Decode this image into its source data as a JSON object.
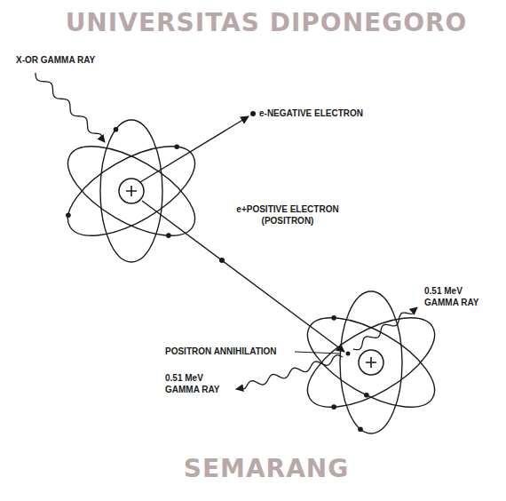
{
  "diagram": {
    "labels": [
      "X-OR GAMMA RAY",
      "e-NEGATIVE ELECTRON",
      "e+POSITIVE ELECTRON (POSITRON)",
      "0.51 MeV GAMMA RAY",
      "POSITRON ANNIHILATION",
      "0.51 MeV GAMMA RAY",
      "UNIVERSITAS DIPONEGORO",
      "SEMARANG"
    ]
  }
}
